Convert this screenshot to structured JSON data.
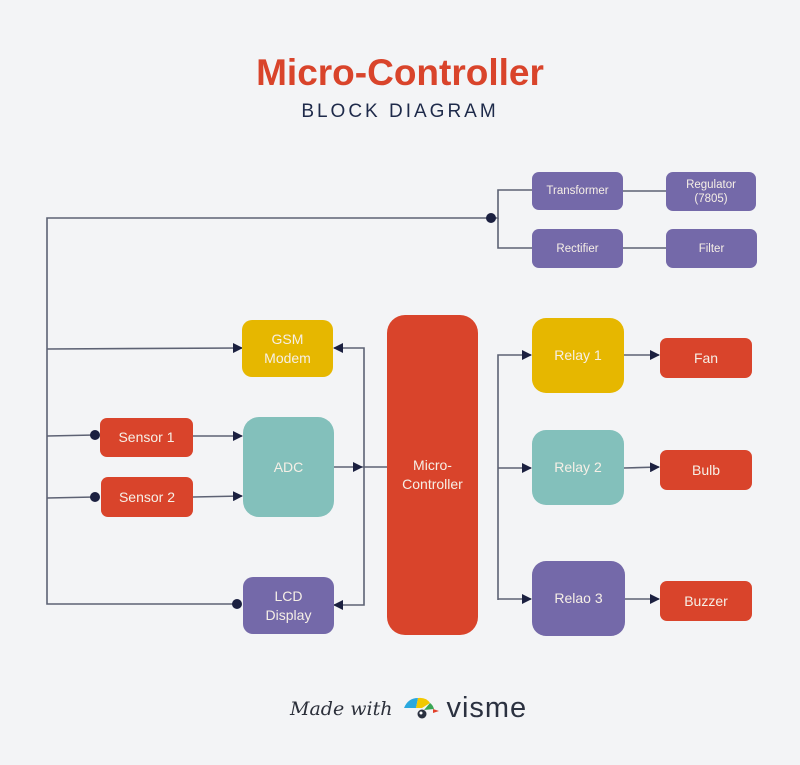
{
  "header": {
    "title": "Micro-Controller",
    "subtitle": "BLOCK DIAGRAM"
  },
  "colors": {
    "red": "#d9442b",
    "purple": "#7469a9",
    "yellow": "#e6b700",
    "teal": "#83c0bb",
    "line": "#5d6274",
    "node": "#1b2040",
    "background": "#f3f4f6"
  },
  "blocks": {
    "transformer": "Transformer",
    "regulator": "Regulator\n(7805)",
    "rectifier": "Rectifier",
    "filter": "Filter",
    "gsm": "GSM\nModem",
    "sensor1": "Sensor 1",
    "sensor2": "Sensor 2",
    "adc": "ADC",
    "lcd": "LCD\nDisplay",
    "mcu": "Micro-\nController",
    "relay1": "Relay 1",
    "relay2": "Relay 2",
    "relay3": "Relao 3",
    "fan": "Fan",
    "bulb": "Bulb",
    "buzzer": "Buzzer"
  },
  "connections": [
    {
      "from": "power-bus",
      "to": "transformer"
    },
    {
      "from": "power-bus",
      "to": "rectifier"
    },
    {
      "from": "transformer",
      "to": "regulator"
    },
    {
      "from": "rectifier",
      "to": "filter"
    },
    {
      "from": "power-bus",
      "to": "gsm"
    },
    {
      "from": "power-bus",
      "to": "sensor1"
    },
    {
      "from": "power-bus",
      "to": "sensor2"
    },
    {
      "from": "power-bus",
      "to": "lcd"
    },
    {
      "from": "sensor1",
      "to": "adc"
    },
    {
      "from": "sensor2",
      "to": "adc"
    },
    {
      "from": "adc",
      "to": "mcu"
    },
    {
      "from": "mcu",
      "to": "gsm"
    },
    {
      "from": "mcu",
      "to": "lcd"
    },
    {
      "from": "mcu",
      "to": "relay1"
    },
    {
      "from": "mcu",
      "to": "relay2"
    },
    {
      "from": "mcu",
      "to": "relay3"
    },
    {
      "from": "relay1",
      "to": "fan"
    },
    {
      "from": "relay2",
      "to": "bulb"
    },
    {
      "from": "relay3",
      "to": "buzzer"
    }
  ],
  "footer": {
    "made_with": "Made with",
    "brand": "visme"
  }
}
